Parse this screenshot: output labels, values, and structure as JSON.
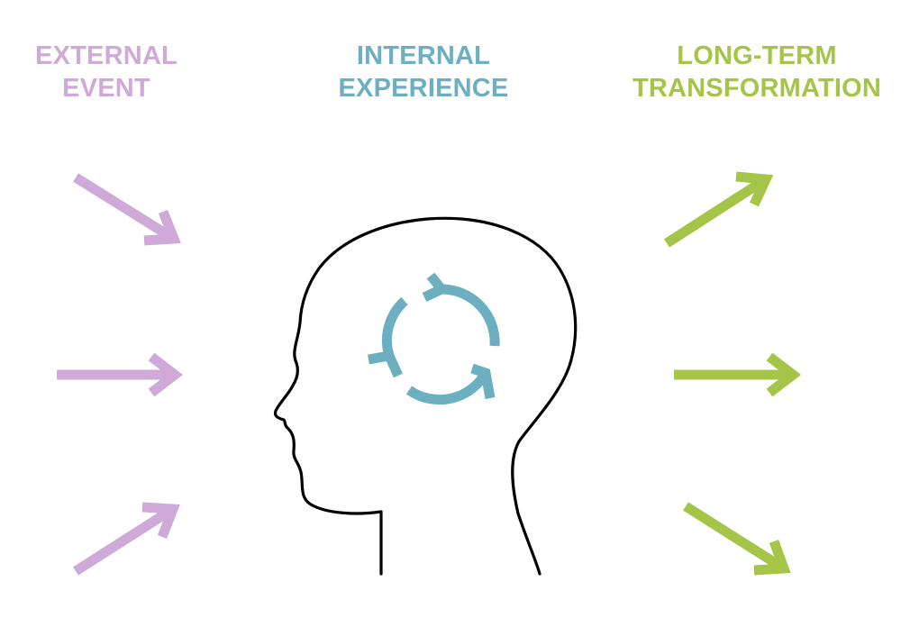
{
  "colors": {
    "external": "#cfa9d7",
    "internal": "#6cafc1",
    "longterm": "#a5c548",
    "outline": "#000000",
    "background": "#ffffff"
  },
  "columns": {
    "external": {
      "line1": "EXTERNAL",
      "line2": "EVENT"
    },
    "internal": {
      "line1": "INTERNAL",
      "line2": "EXPERIENCE"
    },
    "longterm": {
      "line1": "LONG-TERM",
      "line2": "TRANSFORMATION"
    }
  },
  "icons": {
    "incoming": [
      "arrow-down-right-icon",
      "arrow-right-icon",
      "arrow-up-right-icon"
    ],
    "center": [
      "head-outline-icon",
      "cycle-arrows-icon"
    ],
    "outgoing": [
      "arrow-up-right-icon",
      "arrow-right-icon",
      "arrow-down-right-icon"
    ]
  }
}
